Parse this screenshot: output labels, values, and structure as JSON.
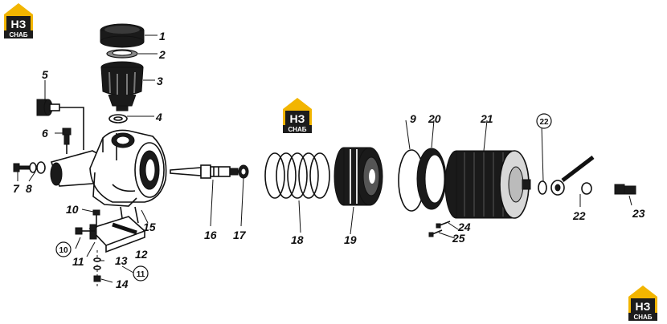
{
  "brand": {
    "logo_main": "НЗ",
    "logo_sub": "СНАБ",
    "accent_color": "#f2b500",
    "dark_color": "#1c1c1c"
  },
  "callouts": [
    {
      "id": "c1",
      "text": "1",
      "circled": false
    },
    {
      "id": "c2",
      "text": "2",
      "circled": false
    },
    {
      "id": "c3",
      "text": "3",
      "circled": false
    },
    {
      "id": "c4",
      "text": "4",
      "circled": false
    },
    {
      "id": "c5",
      "text": "5",
      "circled": false
    },
    {
      "id": "c6",
      "text": "6",
      "circled": false
    },
    {
      "id": "c7",
      "text": "7",
      "circled": false
    },
    {
      "id": "c8",
      "text": "8",
      "circled": false
    },
    {
      "id": "c9",
      "text": "9",
      "circled": false
    },
    {
      "id": "c10a",
      "text": "10",
      "circled": false
    },
    {
      "id": "c10b",
      "text": "10",
      "circled": true
    },
    {
      "id": "c11a",
      "text": "11",
      "circled": false
    },
    {
      "id": "c11b",
      "text": "11",
      "circled": true
    },
    {
      "id": "c12",
      "text": "12",
      "circled": false
    },
    {
      "id": "c13",
      "text": "13",
      "circled": false
    },
    {
      "id": "c14",
      "text": "14",
      "circled": false
    },
    {
      "id": "c15",
      "text": "15",
      "circled": false
    },
    {
      "id": "c16",
      "text": "16",
      "circled": false
    },
    {
      "id": "c17",
      "text": "17",
      "circled": false
    },
    {
      "id": "c18",
      "text": "18",
      "circled": false
    },
    {
      "id": "c19",
      "text": "19",
      "circled": false
    },
    {
      "id": "c20",
      "text": "20",
      "circled": false
    },
    {
      "id": "c21",
      "text": "21",
      "circled": false
    },
    {
      "id": "c22a",
      "text": "22",
      "circled": true
    },
    {
      "id": "c22b",
      "text": "22",
      "circled": false
    },
    {
      "id": "c23",
      "text": "23",
      "circled": false
    },
    {
      "id": "c24",
      "text": "24",
      "circled": false
    },
    {
      "id": "c25",
      "text": "25",
      "circled": false
    }
  ]
}
